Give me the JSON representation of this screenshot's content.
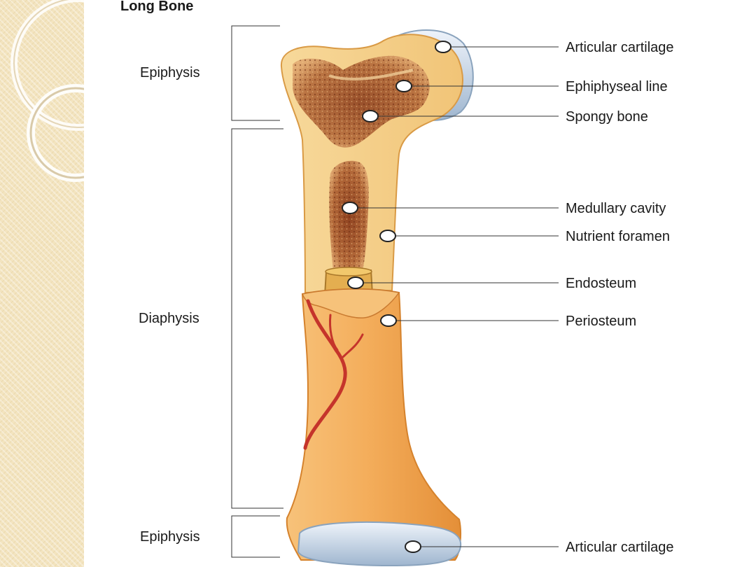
{
  "title": "Long Bone",
  "regions": {
    "proximal_epiphysis": "Epiphysis",
    "diaphysis": "Diaphysis",
    "distal_epiphysis": "Epiphysis"
  },
  "callouts": [
    "Articular cartilage",
    "Ephiphyseal line",
    "Spongy bone",
    "Medullary cavity",
    "Nutrient foramen",
    "Endosteum",
    "Periosteum",
    "Articular cartilage"
  ],
  "colors": {
    "panel": "#f3e4bf",
    "bone": "#f2b668",
    "bone_cut": "#f8d595",
    "spongy": "#a8562c",
    "cartilage": "#c6d7ea",
    "artery": "#c5342b"
  }
}
